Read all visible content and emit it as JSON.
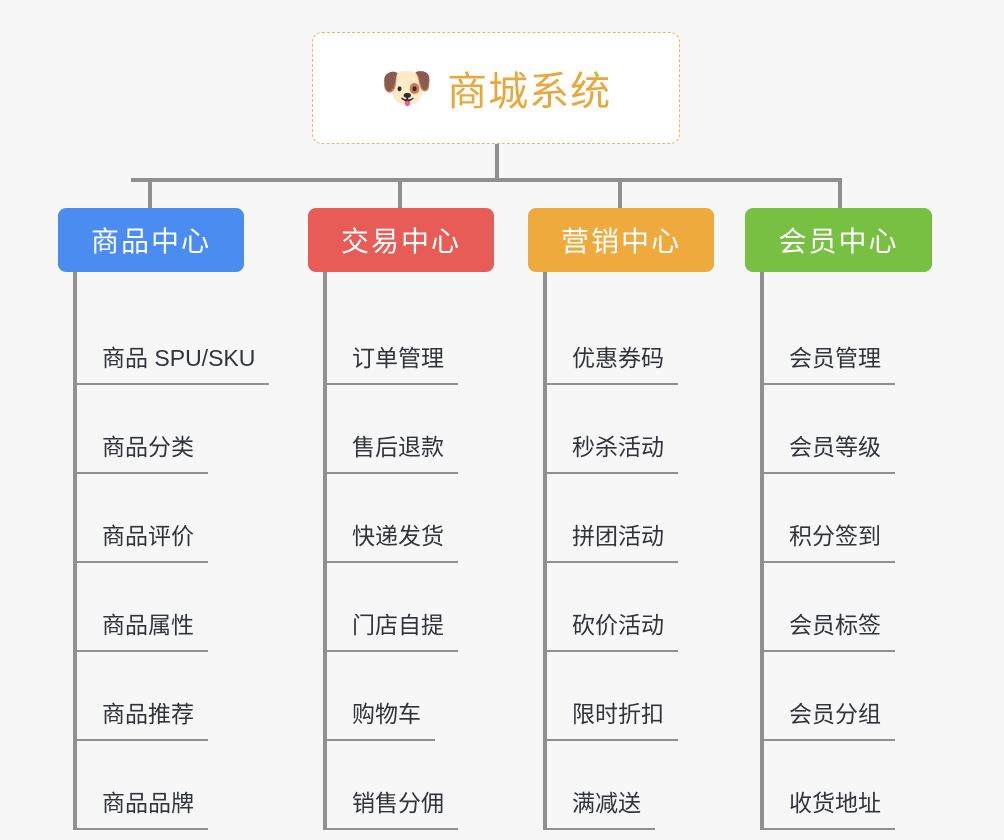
{
  "page": {
    "background_color": "#f7f7f7",
    "line_color": "#909090"
  },
  "root": {
    "icon": "dog-face-icon",
    "emoji": "🐶",
    "title": "商城系统",
    "title_color": "#e8a93c",
    "border_color": "#e5b95c",
    "background_color": "#ffffff"
  },
  "columns": [
    {
      "id": "product-center",
      "label": "商品中心",
      "color": "#4a8cf0",
      "items": [
        {
          "label": "商品 SPU/SKU"
        },
        {
          "label": "商品分类"
        },
        {
          "label": "商品评价"
        },
        {
          "label": "商品属性"
        },
        {
          "label": "商品推荐"
        },
        {
          "label": "商品品牌"
        }
      ]
    },
    {
      "id": "trade-center",
      "label": "交易中心",
      "color": "#e75c56",
      "items": [
        {
          "label": "订单管理"
        },
        {
          "label": "售后退款"
        },
        {
          "label": "快递发货"
        },
        {
          "label": "门店自提"
        },
        {
          "label": "购物车"
        },
        {
          "label": "销售分佣"
        }
      ]
    },
    {
      "id": "marketing-center",
      "label": "营销中心",
      "color": "#eeaa3c",
      "items": [
        {
          "label": "优惠券码"
        },
        {
          "label": "秒杀活动"
        },
        {
          "label": "拼团活动"
        },
        {
          "label": "砍价活动"
        },
        {
          "label": "限时折扣"
        },
        {
          "label": "满减送"
        }
      ]
    },
    {
      "id": "member-center",
      "label": "会员中心",
      "color": "#78c042",
      "items": [
        {
          "label": "会员管理"
        },
        {
          "label": "会员等级"
        },
        {
          "label": "积分签到"
        },
        {
          "label": "会员标签"
        },
        {
          "label": "会员分组"
        },
        {
          "label": "收货地址"
        }
      ]
    }
  ]
}
